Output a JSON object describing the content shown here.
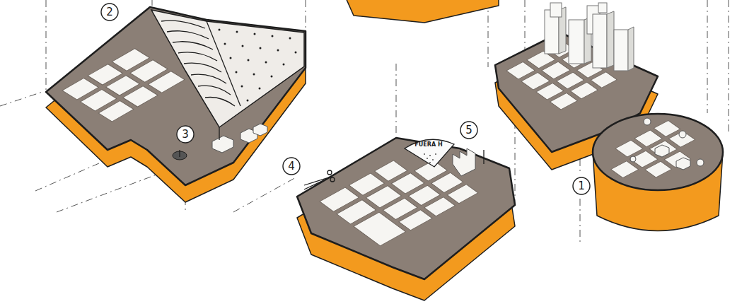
{
  "diagram": {
    "labels": [
      "2",
      "3",
      "4",
      "5",
      "FUERA H",
      "1"
    ]
  }
}
